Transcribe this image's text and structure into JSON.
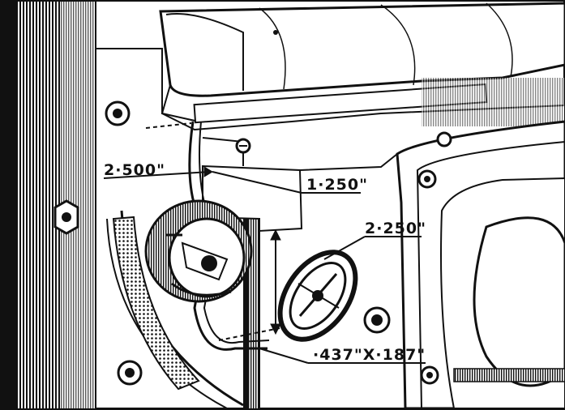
{
  "labels": {
    "dim_2500": "2·500\"",
    "dim_1250": "1·250\"",
    "dim_2250": "2·250\"",
    "dim_slot": "·437\"X·187\""
  },
  "colors": {
    "ink": "#111111",
    "paper": "#ffffff"
  }
}
